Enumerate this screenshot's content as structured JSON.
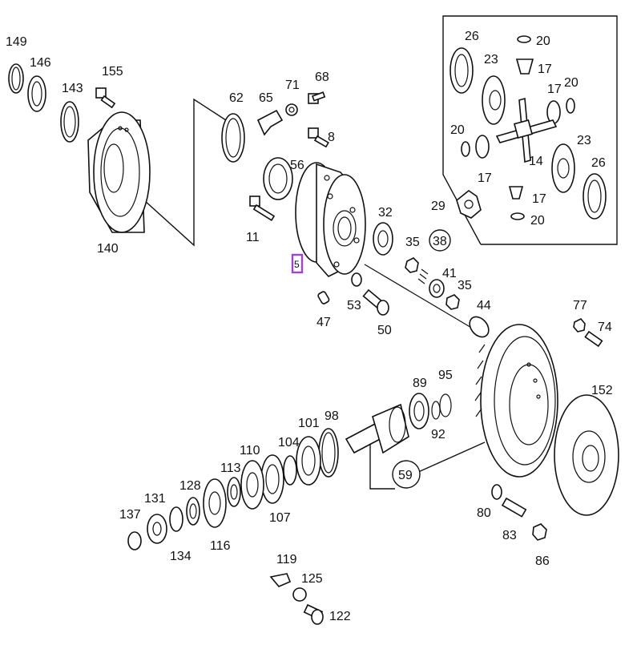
{
  "diagram": {
    "labels": {
      "p149": "149",
      "p146": "146",
      "p143": "143",
      "p155": "155",
      "p140": "140",
      "p62": "62",
      "p65": "65",
      "p71": "71",
      "p68": "68",
      "p8": "8",
      "p56": "56",
      "p11": "11",
      "p32": "32",
      "p35a": "35",
      "p38": "38",
      "p41": "41",
      "p35b": "35",
      "p44": "44",
      "p29": "29",
      "p53": "53",
      "p50": "50",
      "p47": "47",
      "p5": "5",
      "p26a": "26",
      "p20a": "20",
      "p23a": "23",
      "p17a": "17",
      "p17b": "17",
      "p20b": "20",
      "p20c": "20",
      "p14": "14",
      "p17c": "17",
      "p23b": "23",
      "p26b": "26",
      "p17d": "17",
      "p20d": "20",
      "p77": "77",
      "p74": "74",
      "p152": "152",
      "p89": "89",
      "p95": "95",
      "p92": "92",
      "p101": "101",
      "p98": "98",
      "p110": "110",
      "p104": "104",
      "p113": "113",
      "p128": "128",
      "p131": "131",
      "p137": "137",
      "p107": "107",
      "p116": "116",
      "p134": "134",
      "p59": "59",
      "p80": "80",
      "p83": "83",
      "p86": "86",
      "p119": "119",
      "p125": "125",
      "p122": "122"
    }
  }
}
